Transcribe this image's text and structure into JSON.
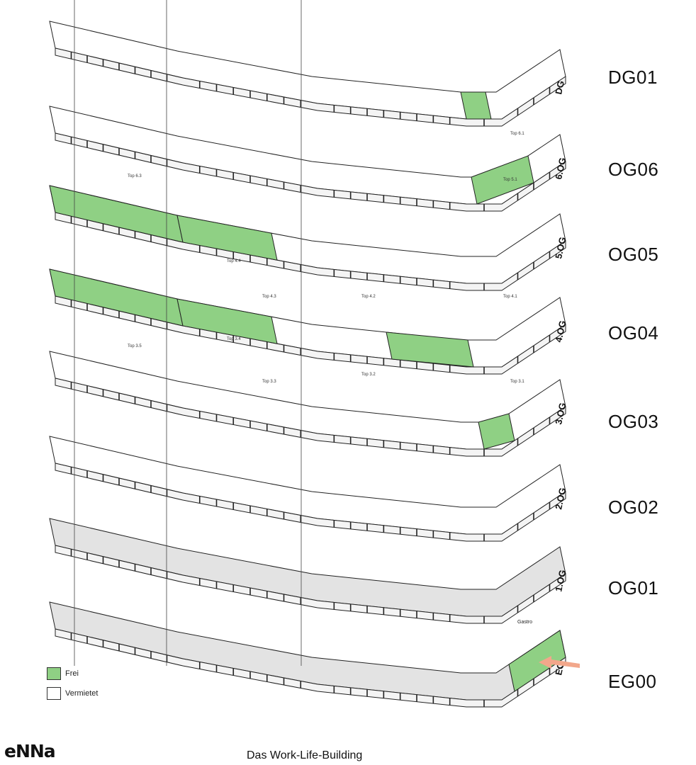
{
  "floors": [
    {
      "label": "DG01",
      "short": "DG",
      "free": [
        [
          0.6,
          0.74
        ]
      ]
    },
    {
      "label": "OG06",
      "short": "6.OG",
      "free": [
        [
          0.66,
          0.9
        ]
      ]
    },
    {
      "label": "OG05",
      "short": "5.OG",
      "free": [
        [
          0.0,
          0.2
        ],
        [
          0.2,
          0.34
        ]
      ]
    },
    {
      "label": "OG04",
      "short": "4.OG",
      "free": [
        [
          0.0,
          0.2
        ],
        [
          0.2,
          0.34
        ],
        [
          0.5,
          0.64
        ]
      ]
    },
    {
      "label": "OG03",
      "short": "3.OG",
      "free": [
        [
          0.7,
          0.84
        ]
      ]
    },
    {
      "label": "OG02",
      "short": "2.OG",
      "free": []
    },
    {
      "label": "OG01",
      "short": "1.OG",
      "free": []
    },
    {
      "label": "EG00",
      "short": "EG",
      "free": [
        [
          0.84,
          1.0
        ]
      ]
    }
  ],
  "tops": [
    "Top 5.1",
    "Top 4.1",
    "Top 4.2",
    "Top 4.3",
    "Top 4.4",
    "Top 3.1",
    "Top 3.2",
    "Top 3.3",
    "Top 3.4",
    "Top 3.5",
    "Top 6.1",
    "Top 6.3"
  ],
  "gastro": "Gastro",
  "legend": {
    "free_label": "Frei",
    "rented_label": "Vermietet"
  },
  "colors": {
    "free": "#8fd084",
    "free_light": "#dcecd2",
    "rented": "#ffffff",
    "common": "#e3e3e3",
    "line": "#222222",
    "arrow": "#f2a78b"
  },
  "footer": {
    "logo": "eNNa",
    "title": "Das Work-Life-Building"
  }
}
